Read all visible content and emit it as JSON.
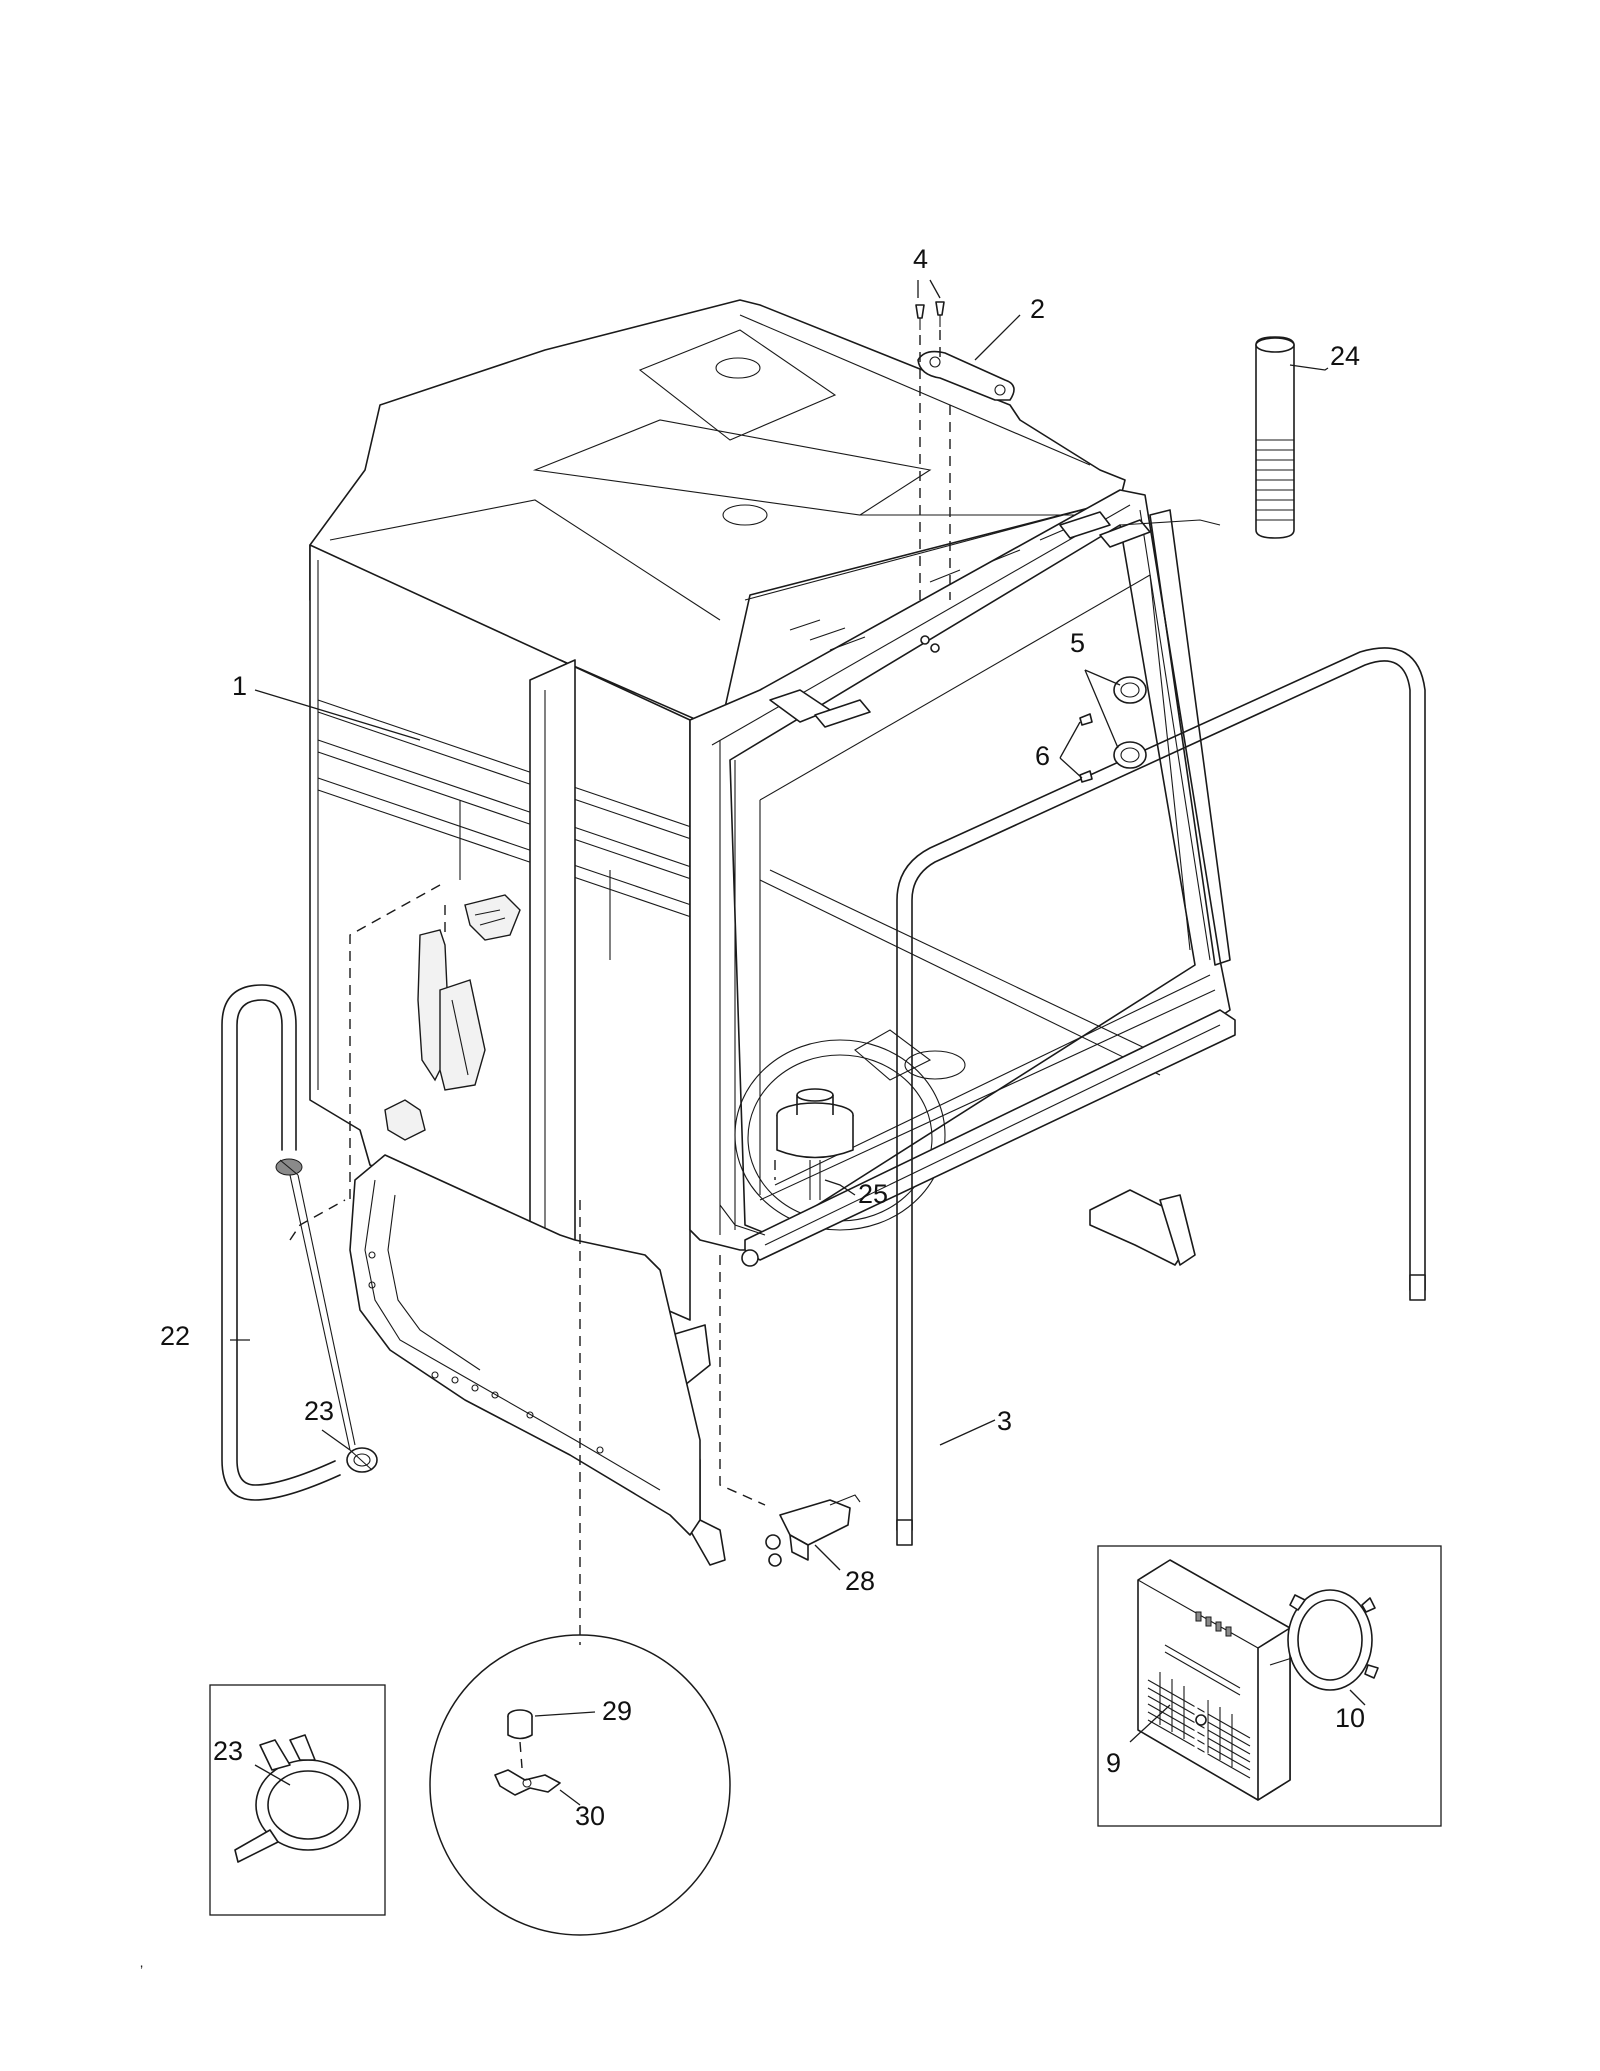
{
  "callouts": {
    "c1": "1",
    "c2": "2",
    "c3": "3",
    "c4": "4",
    "c5": "5",
    "c6": "6",
    "c9": "9",
    "c10": "10",
    "c22": "22",
    "c23a": "23",
    "c23b": "23",
    "c24": "24",
    "c25": "25",
    "c28": "28",
    "c29": "29",
    "c30": "30"
  },
  "footer_mark": "’"
}
